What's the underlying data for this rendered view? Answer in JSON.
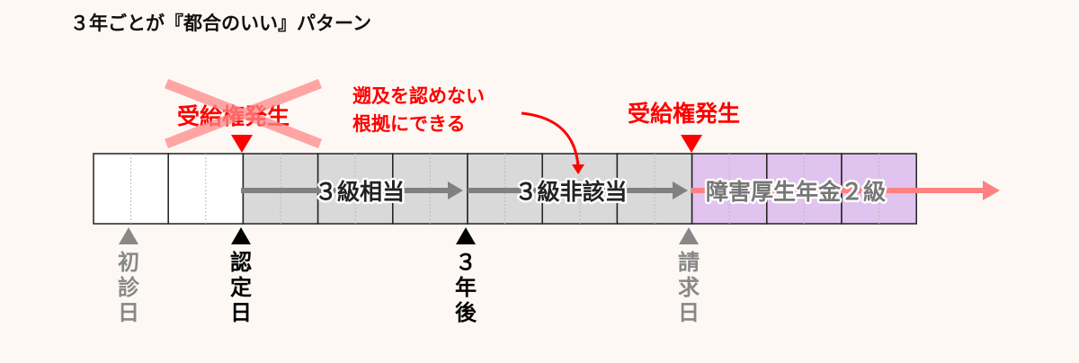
{
  "title": "３年ごとが『都合のいい』パターン",
  "onset_crossed": "受給権発生",
  "onset": "受給権発生",
  "annotation": [
    "遡及を認めない",
    "根拠にできる"
  ],
  "periods": [
    {
      "label": "３級相当"
    },
    {
      "label": "３級非該当"
    },
    {
      "label": "障害厚生年金２級"
    }
  ],
  "markers": [
    {
      "label": [
        "初",
        "診",
        "日"
      ],
      "color": "#888888"
    },
    {
      "label": [
        "認",
        "定",
        "日"
      ],
      "color": "#000000"
    },
    {
      "label": [
        "３",
        "年",
        "後"
      ],
      "color": "#000000"
    },
    {
      "label": [
        "請",
        "求",
        "日"
      ],
      "color": "#888888"
    }
  ],
  "colors": {
    "red": "#ff0000",
    "gray_fill": "#d9d9d9",
    "purple_fill": "#e0c3ee",
    "pink": "#ff8080"
  }
}
